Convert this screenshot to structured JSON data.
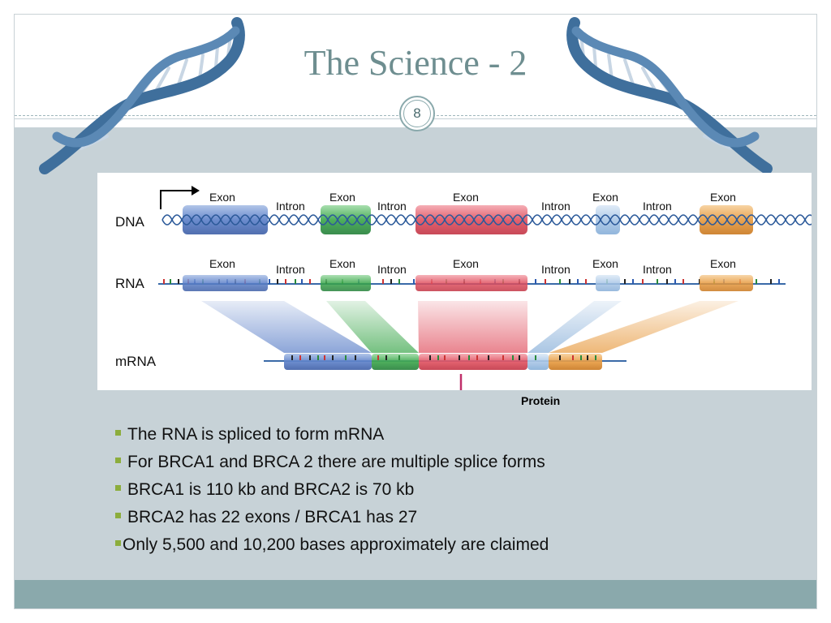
{
  "slide": {
    "title": "The Science - 2",
    "page_number": "8"
  },
  "diagram": {
    "rows": {
      "dna": "DNA",
      "rna": "RNA",
      "mrna": "mRNA"
    },
    "segment_labels": {
      "exon": "Exon",
      "intron": "Intron"
    },
    "protein_label": "Protein",
    "exon_colors": [
      "#5b7fc8",
      "#3aa64a",
      "#e0505f",
      "#a9c6e6",
      "#e79a3f"
    ]
  },
  "bullets": [
    "The RNA is spliced to form mRNA",
    "For BRCA1 and BRCA 2 there are multiple splice forms",
    "BRCA1 is 110 kb and BRCA2 is 70 kb",
    "BRCA2 has 22 exons / BRCA1 has 27",
    "Only 5,500 and 10,200 bases approximately are claimed"
  ],
  "colors": {
    "title": "#6e8e90",
    "body_background": "#c7d2d7",
    "footer": "#8aa9ac",
    "bullet_marker": "#8cad3c"
  }
}
